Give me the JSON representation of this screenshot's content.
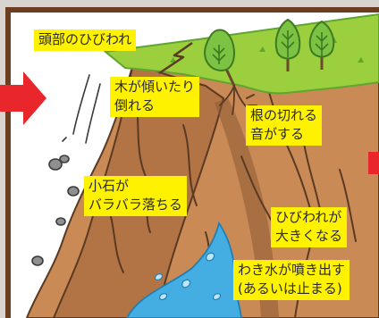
{
  "labels": {
    "head_crack": "頭部のひびわれ",
    "trees_tilt": [
      "木が傾いたり",
      "倒れる"
    ],
    "roots_snap": [
      "根の切れる",
      "音がする"
    ],
    "pebbles_fall": [
      "小石が",
      "バラバラ落ちる"
    ],
    "cracks_grow": [
      "ひびわれが",
      "大きくなる"
    ],
    "spring_water": [
      "わき水が噴き出す",
      "(あるいは止まる)"
    ]
  },
  "colors": {
    "frame": "#ffffff",
    "grass": "#9bcf3e",
    "grass_edge": "#5fa630",
    "slope_light": "#c98a55",
    "slope_mid": "#b27444",
    "slope_dark": "#8c5a34",
    "outline": "#5a3a22",
    "tree_crown": "#7cc243",
    "tree_trunk": "#6a4a2a",
    "water": "#44aee3",
    "water_light": "#bfe6f8",
    "arrow": "#e8262b",
    "label_bg": "#fff200",
    "stone": "#8f8f8f"
  },
  "icons": [
    "warning-arrow-icon",
    "tree-icon",
    "stone-icon",
    "water-icon"
  ]
}
